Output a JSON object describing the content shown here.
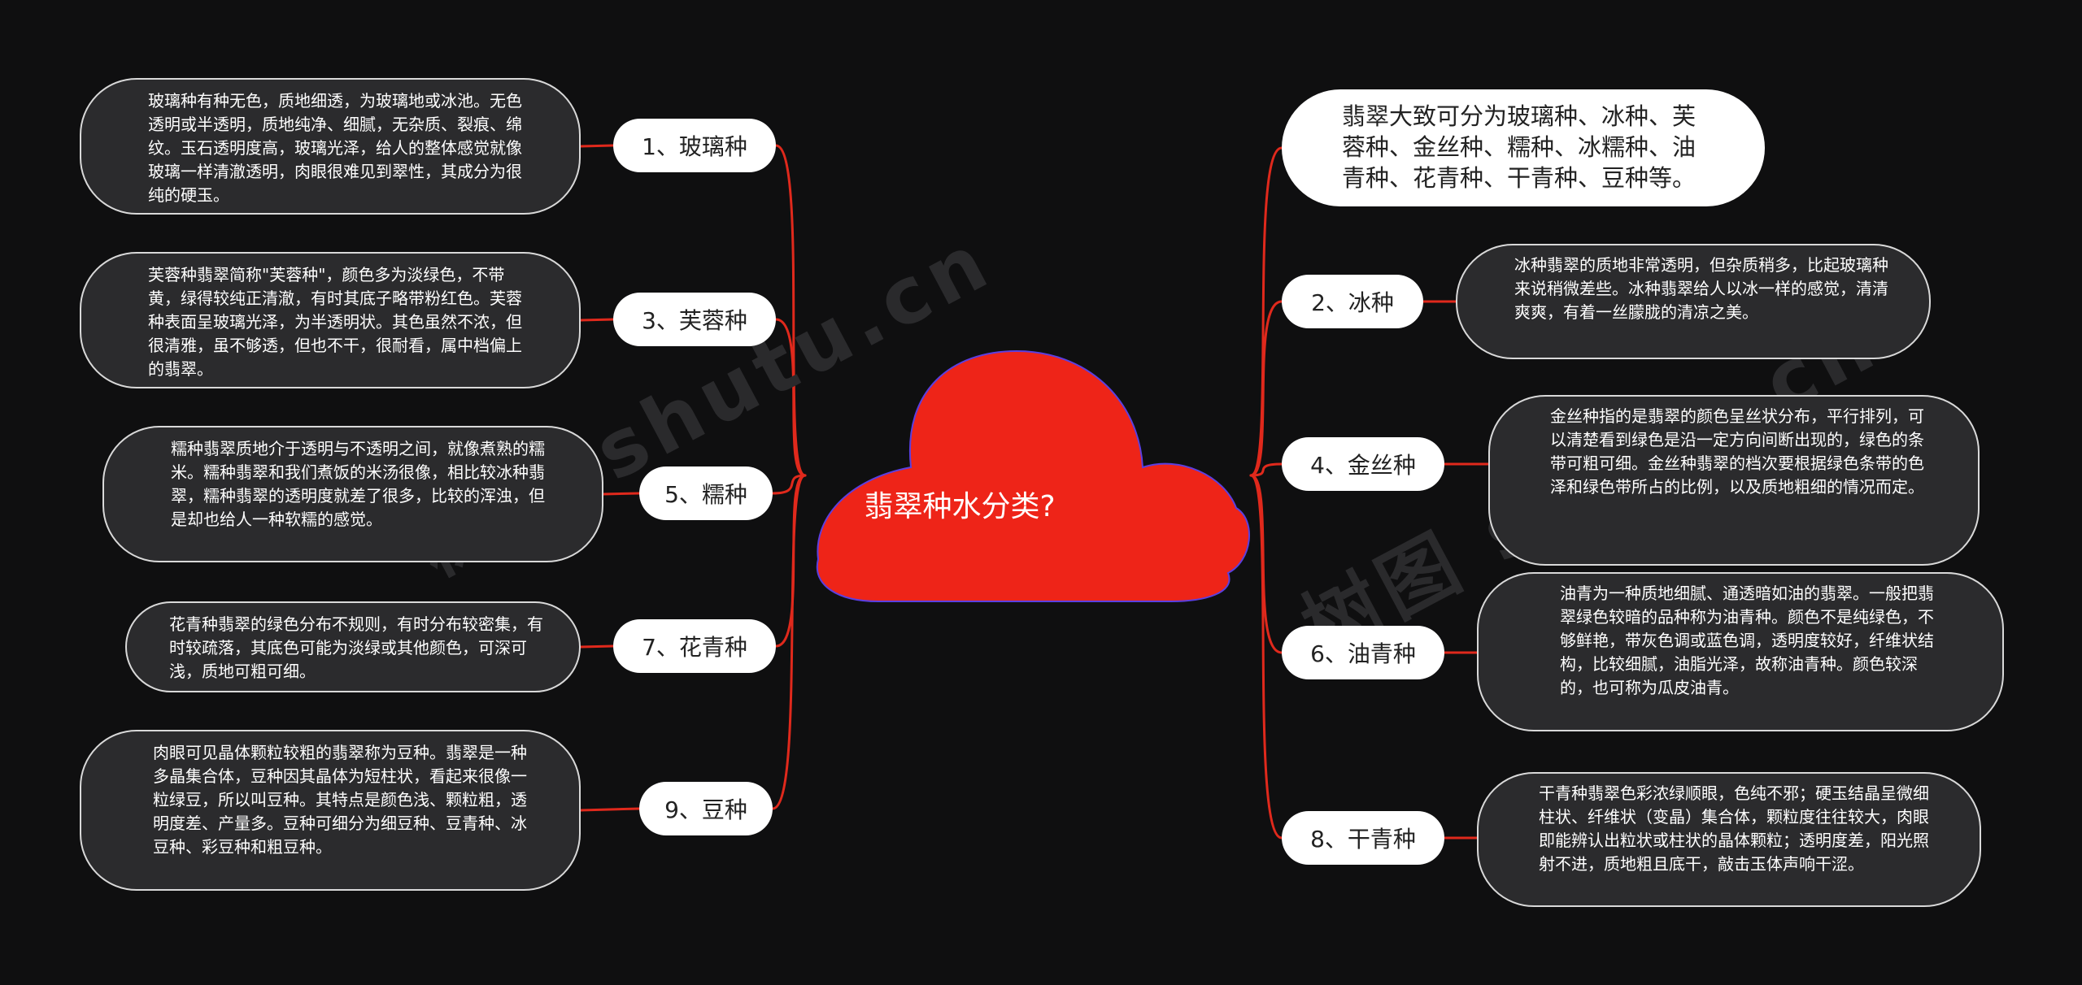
{
  "title": "翡翠种水分类?",
  "summary": "翡翠大致可分为玻璃种、冰种、芙蓉种、金丝种、糯种、冰糯种、油青种、花青种、干青种、豆种等。",
  "colors": {
    "background": "#0f0f10",
    "center_fill": "#ee2418",
    "center_stroke": "#5b3fe0",
    "connector": "#e0291c",
    "node_fill": "#ffffff",
    "note_fill": "#2b2b2d",
    "note_border": "#d9d9d9"
  },
  "left_branches": [
    {
      "label": "1、玻璃种",
      "desc": "玻璃种有种无色，质地细透，为玻璃地或冰池。无色透明或半透明，质地纯净、细腻，无杂质、裂痕、绵纹。玉石透明度高，玻璃光泽，给人的整体感觉就像玻璃一样清澈透明，肉眼很难见到翠性，其成分为很纯的硬玉。"
    },
    {
      "label": "3、芙蓉种",
      "desc": "芙蓉种翡翠简称\"芙蓉种\"，颜色多为淡绿色，不带黄，绿得较纯正清澈，有时其底子略带粉红色。芙蓉种表面呈玻璃光泽，为半透明状。其色虽然不浓，但很清雅，虽不够透，但也不干，很耐看，属中档偏上的翡翠。"
    },
    {
      "label": "5、糯种",
      "desc": "糯种翡翠质地介于透明与不透明之间，就像煮熟的糯米。糯种翡翠和我们煮饭的米汤很像，相比较冰种翡翠，糯种翡翠的透明度就差了很多，比较的浑浊，但是却也给人一种软糯的感觉。"
    },
    {
      "label": "7、花青种",
      "desc": "花青种翡翠的绿色分布不规则，有时分布较密集，有时较疏落，其底色可能为淡绿或其他颜色，可深可浅，质地可粗可细。"
    },
    {
      "label": "9、豆种",
      "desc": "肉眼可见晶体颗粒较粗的翡翠称为豆种。翡翠是一种多晶集合体，豆种因其晶体为短柱状，看起来很像一粒绿豆，所以叫豆种。其特点是颜色浅、颗粒粗，透明度差、产量多。豆种可细分为细豆种、豆青种、冰豆种、彩豆种和粗豆种。"
    }
  ],
  "right_branches": [
    {
      "label": "2、冰种",
      "desc": "冰种翡翠的质地非常透明，但杂质稍多，比起玻璃种来说稍微差些。冰种翡翠给人以冰一样的感觉，清清爽爽，有着一丝朦胧的清凉之美。"
    },
    {
      "label": "4、金丝种",
      "desc": "金丝种指的是翡翠的颜色呈丝状分布，平行排列，可以清楚看到绿色是沿一定方向间断出现的，绿色的条带可粗可细。金丝种翡翠的档次要根据绿色条带的色泽和绿色带所占的比例，以及质地粗细的情况而定。"
    },
    {
      "label": "6、油青种",
      "desc": "油青为一种质地细腻、通透暗如油的翡翠。一般把翡翠绿色较暗的品种称为油青种。颜色不是纯绿色，不够鲜艳，带灰色调或蓝色调，透明度较好，纤维状结构，比较细腻，油脂光泽，故称油青种。颜色较深的，也可称为瓜皮油青。"
    },
    {
      "label": "8、干青种",
      "desc": "干青种翡翠色彩浓绿顺眼，色纯不邪；硬玉结晶呈微细柱状、纤维状（变晶）集合体，颗粒度往往较大，肉眼即能辨认出粒状或柱状的晶体颗粒；透明度差，阳光照射不进，质地粗且底干，敲击玉体声响干涩。"
    }
  ]
}
